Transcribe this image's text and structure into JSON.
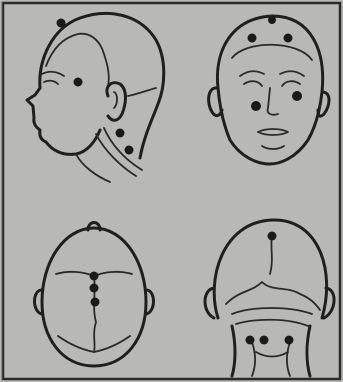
{
  "figure": {
    "panels": [
      {
        "view": "lateral",
        "points": 4
      },
      {
        "view": "frontal",
        "points": 5
      },
      {
        "view": "superior",
        "points": 3
      },
      {
        "view": "posterior",
        "points": 4
      }
    ]
  },
  "colors": {
    "background": "#b8b9b6",
    "ink": "#1f1f1f",
    "point": "#111111"
  }
}
